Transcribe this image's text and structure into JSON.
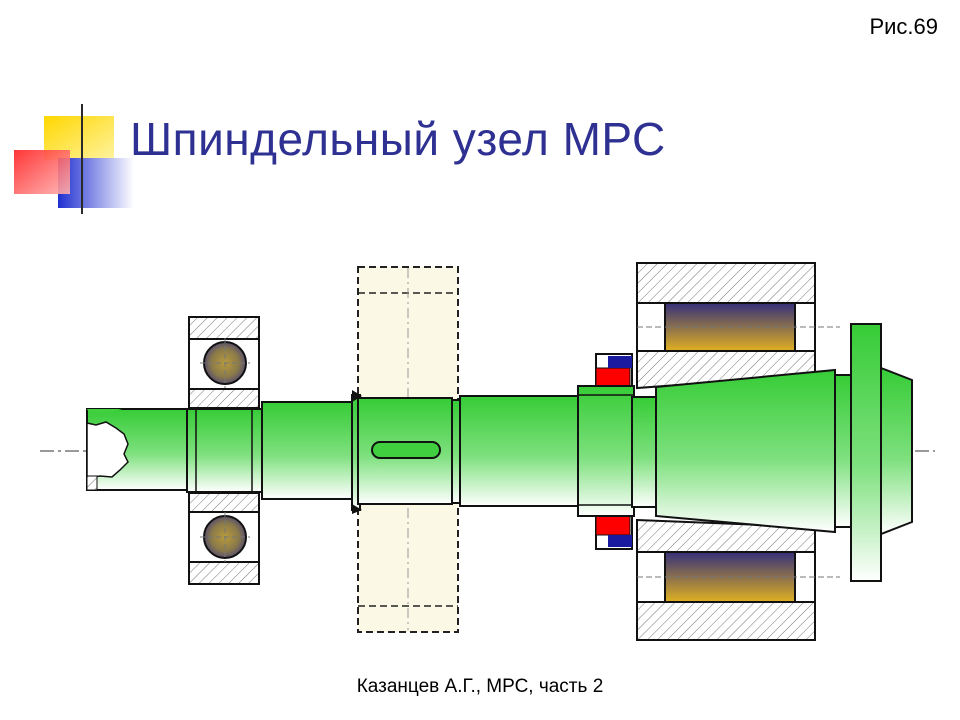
{
  "slide": {
    "figure_number": "Рис.69",
    "title": "Шпиндельный узел МРС",
    "footer": "Казанцев А.Г., МРС, часть 2"
  },
  "colors": {
    "title": "#2e3192",
    "shaft_green": "#3fcf3f",
    "bearing_gold": "#d4a017",
    "bearing_navy": "#35307a",
    "seal_red": "#ff0000",
    "seal_blue": "#1a1aa0",
    "gear_fill": "#fbf8e6",
    "deco_yellow": "#ffd700",
    "deco_red": "#ff3333",
    "deco_blue": "#2233cc"
  }
}
